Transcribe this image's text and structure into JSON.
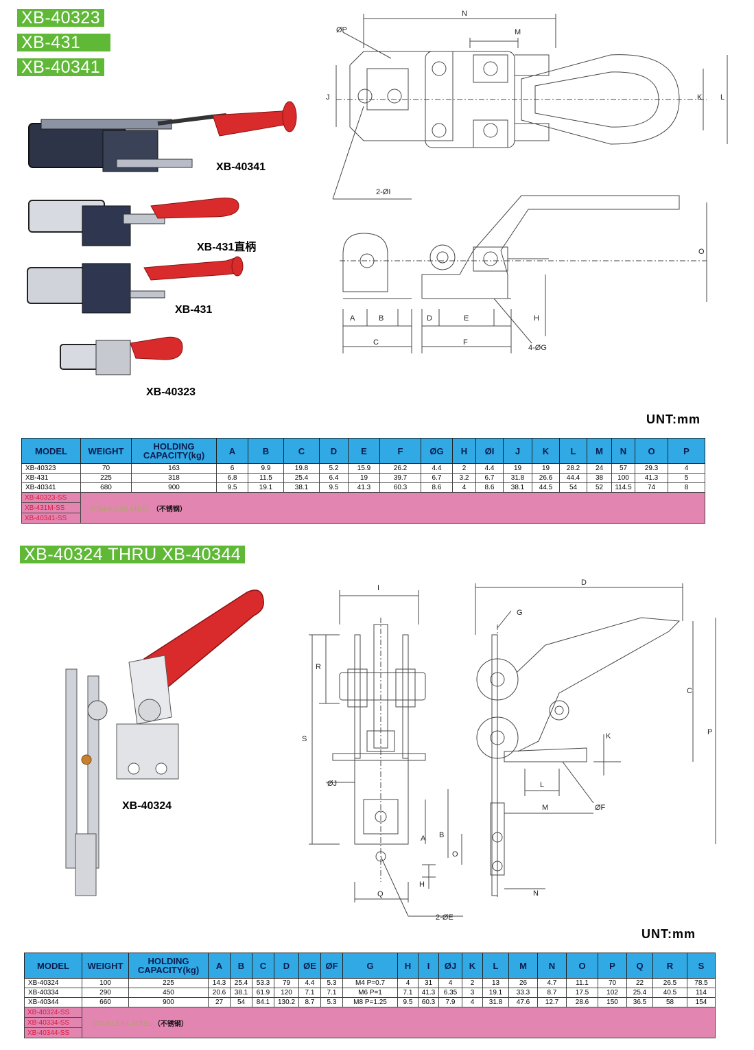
{
  "section1": {
    "badges": [
      "XB-40323",
      "XB-431",
      "XB-40341"
    ],
    "photo_labels": [
      "XB-40341",
      "XB-431直柄",
      "XB-431",
      "XB-40323"
    ],
    "unit": "UNT:mm",
    "diagram_labels": {
      "N": "N",
      "M": "M",
      "P": "ØP",
      "J": "J",
      "K": "K",
      "L": "L",
      "I": "2-ØI",
      "O": "O",
      "A": "A",
      "B": "B",
      "C": "C",
      "D": "D",
      "E": "E",
      "F": "F",
      "H": "H",
      "G": "4-ØG"
    },
    "table": {
      "headers": [
        "MODEL",
        "WEIGHT",
        "HOLDING CAPACITY(kg)",
        "A",
        "B",
        "C",
        "D",
        "E",
        "F",
        "ØG",
        "H",
        "ØI",
        "J",
        "K",
        "L",
        "M",
        "N",
        "O",
        "P"
      ],
      "rows": [
        [
          "XB-40323",
          "70",
          "163",
          "6",
          "9.9",
          "19.8",
          "5.2",
          "15.9",
          "26.2",
          "4.4",
          "2",
          "4.4",
          "19",
          "19",
          "28.2",
          "24",
          "57",
          "29.3",
          "4"
        ],
        [
          "XB-431",
          "225",
          "318",
          "6.8",
          "11.5",
          "25.4",
          "6.4",
          "19",
          "39.7",
          "6.7",
          "3.2",
          "6.7",
          "31.8",
          "26.6",
          "44.4",
          "38",
          "100",
          "41.3",
          "5"
        ],
        [
          "XB-40341",
          "680",
          "900",
          "9.5",
          "19.1",
          "38.1",
          "9.5",
          "41.3",
          "60.3",
          "8.6",
          "4",
          "8.6",
          "38.1",
          "44.5",
          "54",
          "52",
          "114.5",
          "74",
          "8"
        ]
      ],
      "ss_models": [
        "XB-40323-SS",
        "XB-431M-SS",
        "XB-40341-SS"
      ],
      "ss_note_en": "STAINLESS ATEEL",
      "ss_note_cn": "（不锈钢）"
    }
  },
  "section2": {
    "badge": "XB-40324 THRU XB-40344",
    "photo_label": "XB-40324",
    "unit": "UNT:mm",
    "diagram_labels": {
      "I": "I",
      "R": "R",
      "S": "S",
      "J": "ØJ",
      "A": "A",
      "B": "B",
      "O": "O",
      "H": "H",
      "Q": "Q",
      "E": "2-ØE",
      "D": "D",
      "G": "G",
      "C": "C",
      "P": "P",
      "K": "K",
      "L": "L",
      "M": "M",
      "F": "ØF",
      "N": "N"
    },
    "table": {
      "headers": [
        "MODEL",
        "WEIGHT",
        "HOLDING CAPACITY(kg)",
        "A",
        "B",
        "C",
        "D",
        "ØE",
        "ØF",
        "G",
        "H",
        "I",
        "ØJ",
        "K",
        "L",
        "M",
        "N",
        "O",
        "P",
        "Q",
        "R",
        "S"
      ],
      "rows": [
        [
          "XB-40324",
          "100",
          "225",
          "14.3",
          "25.4",
          "53.3",
          "79",
          "4.4",
          "5.3",
          "M4 P=0.7",
          "4",
          "31",
          "4",
          "2",
          "13",
          "26",
          "4.7",
          "11.1",
          "70",
          "22",
          "26.5",
          "78.5"
        ],
        [
          "XB-40334",
          "290",
          "450",
          "20.6",
          "38.1",
          "61.9",
          "120",
          "7.1",
          "7.1",
          "M6 P=1",
          "7.1",
          "41.3",
          "6.35",
          "3",
          "19.1",
          "33.3",
          "8.7",
          "17.5",
          "102",
          "25.4",
          "40.5",
          "114"
        ],
        [
          "XB-40344",
          "660",
          "900",
          "27",
          "54",
          "84.1",
          "130.2",
          "8.7",
          "5.3",
          "M8 P=1.25",
          "9.5",
          "60.3",
          "7.9",
          "4",
          "31.8",
          "47.6",
          "12.7",
          "28.6",
          "150",
          "36.5",
          "58",
          "154"
        ]
      ],
      "ss_models": [
        "XB-40324-SS",
        "XB-40334-SS",
        "XB-40344-SS"
      ],
      "ss_note_en": "STAINLESS ATEEL",
      "ss_note_cn": "（不锈钢）"
    }
  }
}
